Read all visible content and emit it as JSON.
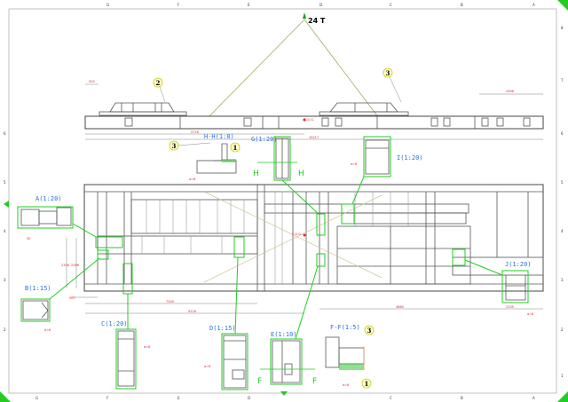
{
  "drawing": {
    "lift_weight": "24 T",
    "cog_label": "C.O.G.",
    "zone_columns": [
      "G",
      "F",
      "E",
      "D",
      "C",
      "B",
      "A"
    ],
    "zone_rows": [
      "8",
      "7",
      "6",
      "5",
      "4",
      "3",
      "2",
      "1"
    ],
    "views": {
      "A": "A(1:20)",
      "B": "B(1:15)",
      "C": "C(1:20)",
      "D": "D(1:15)",
      "E": "E(1:10)",
      "G": "G(1:20)",
      "I": "I(1:20)",
      "J": "J(1:20)",
      "HH": "H-H(1:8)",
      "FF": "F-F(1:5)"
    },
    "section_markers": {
      "H": "H",
      "F": "F"
    },
    "balloons": [
      "1",
      "2",
      "3"
    ],
    "dimensions": {
      "top_left": "500",
      "top_right": "2696",
      "top_cog": "5718",
      "top_overall": "10217",
      "plan_left_offset": "507",
      "plan_width_a": "7249",
      "plan_width_b": "9218",
      "plan_right": "4660",
      "plan_right_end": "2335",
      "plan_height_a": "2326",
      "plan_height_b": "2266"
    },
    "weld_note": "a=6",
    "accent_color": "#22cc22",
    "label_color": "#2a6fe0"
  }
}
